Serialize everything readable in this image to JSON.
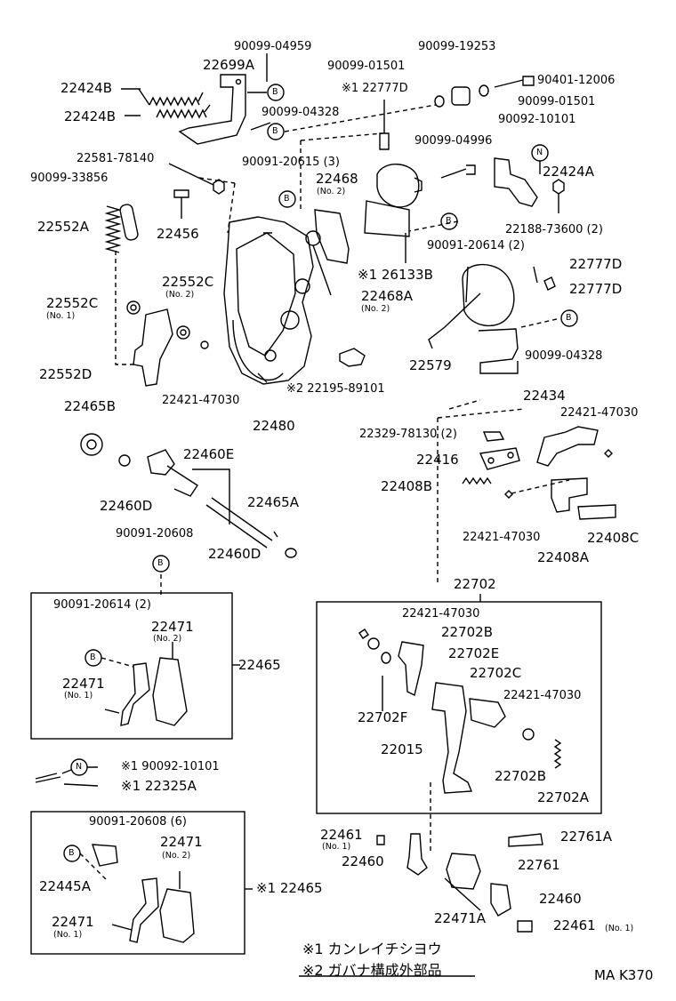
{
  "labels": {
    "p90099_04959": "90099-04959",
    "p90099_19253": "90099-19253",
    "p22699A": "22699A",
    "p90099_01501a": "90099-01501",
    "p90401_12006": "90401-12006",
    "p22424B_1": "22424B",
    "p22777D_top": "※1 22777D",
    "p90099_04328a": "90099-04328",
    "p90099_01501b": "90099-01501",
    "p22424B_2": "22424B",
    "p90092_10101a": "90092-10101",
    "p22581_78140": "22581-78140",
    "p90091_20615": "90091-20615 (3)",
    "p90099_04996": "90099-04996",
    "p90099_33856": "90099-33856",
    "p22468": "22468",
    "p22468_no2": "(No. 2)",
    "p22424A": "22424A",
    "p22456": "22456",
    "p22188_73600": "22188-73600 (2)",
    "p22552A": "22552A",
    "p90091_20614a": "90091-20614 (2)",
    "p26133B": "※1 26133B",
    "p22552C_b": "22552C",
    "p22552C_b_no2": "(No. 2)",
    "p22777D_r1": "22777D",
    "p22468A": "22468A",
    "p22468A_no2": "(No. 2)",
    "p22777D_r2": "22777D",
    "p22552C_a": "22552C",
    "p22552C_a_no1": "(No. 1)",
    "p90099_04328b": "90099-04328",
    "p22579": "22579",
    "p22552D": "22552D",
    "p22195_89101": "※2 22195-89101",
    "p22421_47030a": "22421-47030",
    "p22434": "22434",
    "p22480": "22480",
    "p22421_47030b": "22421-47030",
    "p22465B": "22465B",
    "p22329_78130": "22329-78130 (2)",
    "p22460E": "22460E",
    "p22416": "22416",
    "p22408B": "22408B",
    "p22460D_a": "22460D",
    "p22465A": "22465A",
    "p22421_47030c": "22421-47030",
    "p22408C": "22408C",
    "p90091_20608a": "90091-20608",
    "p22408A": "22408A",
    "p22460D_b": "22460D",
    "p22702": "22702",
    "p90091_20614b": "90091-20614 (2)",
    "p22471_no2": "22471",
    "p22471_no2_sub": "(No. 2)",
    "p22421_47030d": "22421-47030",
    "p22702B_a": "22702B",
    "p22702E": "22702E",
    "p22465": "22465",
    "p22702C": "22702C",
    "p22471_no1": "22471",
    "p22471_no1_sub": "(No. 1)",
    "p22421_47030e": "22421-47030",
    "p22702F": "22702F",
    "p22015": "22015",
    "p90092_10101b": "※1 90092-10101",
    "p22702B_b": "22702B",
    "p22325A": "※1 22325A",
    "p22702A": "22702A",
    "p90091_20608b": "90091-20608 (6)",
    "p22471_b_no2": "22471",
    "p22471_b_no2_sub": "(No. 2)",
    "p22461_a": "22461",
    "p22461_a_no1": "(No. 1)",
    "p22761A": "22761A",
    "p22460_a": "22460",
    "p22761": "22761",
    "p22445A": "22445A",
    "p22465_b": "※1 22465",
    "p22460_b": "22460",
    "p22471_b_no1": "22471",
    "p22471_b_no1_sub": "(No. 1)",
    "p22471A": "22471A",
    "p22461_b": "22461",
    "p22461_b_no1": "(No. 1)"
  },
  "bubbles": {
    "B": "B",
    "N": "N"
  },
  "footnotes": {
    "note1": "※1 カンレイチシヨウ",
    "note2": "※2 ガバナ構成外部品"
  },
  "figure_code": "MA K370"
}
